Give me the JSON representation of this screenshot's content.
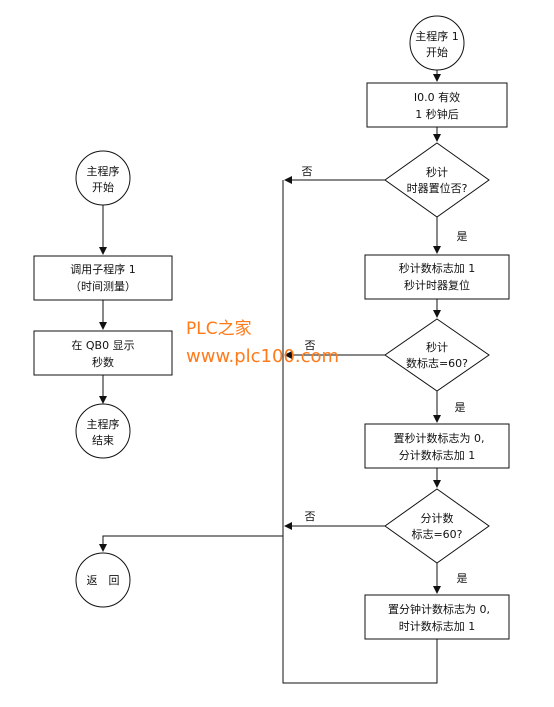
{
  "left_flow": {
    "start": [
      "主程序",
      "开始"
    ],
    "call_subroutine": [
      "调用子程序 1",
      "（时间测量）"
    ],
    "display": [
      "在 QB0 显示",
      "秒数"
    ],
    "end": [
      "主程序",
      "结束"
    ]
  },
  "right_flow": {
    "start": [
      "主程序 1",
      "开始"
    ],
    "delay": [
      "I0.0 有效",
      "1 秒钟后"
    ],
    "decision_timer": [
      "秒计",
      "时器置位否?"
    ],
    "action_seconds": [
      "秒计数标志加 1",
      "秒计时器复位"
    ],
    "decision_seconds": [
      "秒计",
      "数标志=60?"
    ],
    "action_minutes": [
      "置秒计数标志为 0,",
      "分计数标志加 1"
    ],
    "decision_minutes": [
      "分计数",
      "标志=60?"
    ],
    "action_hours": [
      "置分钟计数标志为 0,",
      "时计数标志加 1"
    ]
  },
  "return_node": "返　回",
  "branch_labels": {
    "yes": "是",
    "no": "否"
  },
  "watermark": {
    "line1": "PLC之家",
    "line2": "www.plc100.com",
    "color": "#ff7a1a"
  }
}
